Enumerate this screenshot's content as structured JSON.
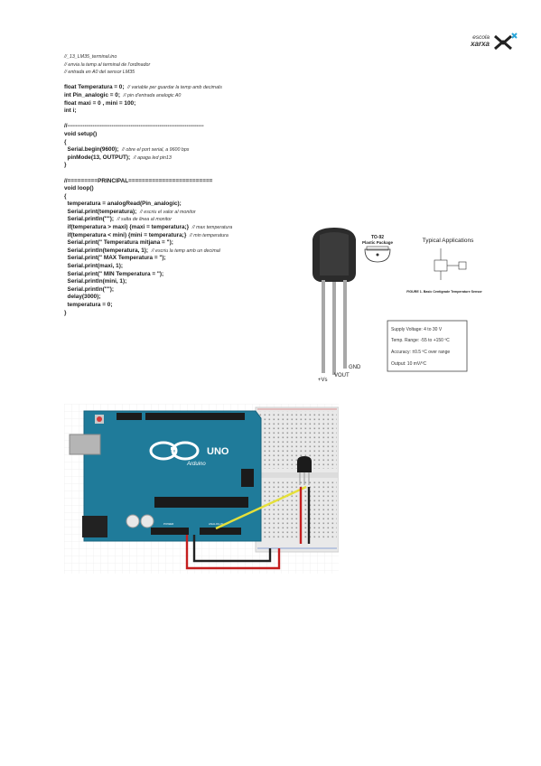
{
  "logo": {
    "line1": "escola",
    "line2": "xarxa"
  },
  "code_lines": [
    {
      "code": "//_13_LM35_terminal.ino",
      "comment": "",
      "style": "comment"
    },
    {
      "code": "// envia la temp al terminal de l'ordinador",
      "comment": "",
      "style": "comment"
    },
    {
      "code": "// entrada en A0 del sensor LM35",
      "comment": "",
      "style": "comment"
    },
    {
      "code": "",
      "comment": "",
      "style": "gap"
    },
    {
      "code": "float Temperatura = 0;",
      "comment": "// variable per guardar la temp amb decimals",
      "style": "code"
    },
    {
      "code": "int Pin_analogic = 0;",
      "comment": "// pin d'entrada analogic A0",
      "style": "code"
    },
    {
      "code": "float maxi = 0 , mini = 100;",
      "comment": "",
      "style": "code"
    },
    {
      "code": "int i;",
      "comment": "",
      "style": "code"
    },
    {
      "code": "",
      "comment": "",
      "style": "gap"
    },
    {
      "code": "//-----------------------------------------------------------------------",
      "comment": "",
      "style": "code"
    },
    {
      "code": "void setup()",
      "comment": "",
      "style": "code"
    },
    {
      "code": "{",
      "comment": "",
      "style": "code"
    },
    {
      "code": "  Serial.begin(9600);",
      "comment": "// obre el port serial, a 9600 bps",
      "style": "code"
    },
    {
      "code": "  pinMode(13, OUTPUT);",
      "comment": "// apaga led pin13",
      "style": "code"
    },
    {
      "code": "}",
      "comment": "",
      "style": "code"
    },
    {
      "code": "",
      "comment": "",
      "style": "gap"
    },
    {
      "code": "//=========PRINCIPAL=========================",
      "comment": "",
      "style": "code"
    },
    {
      "code": "void loop()",
      "comment": "",
      "style": "code"
    },
    {
      "code": "{",
      "comment": "",
      "style": "code"
    },
    {
      "code": "  temperatura = analogRead(Pin_analogic);",
      "comment": "",
      "style": "code"
    },
    {
      "code": "  Serial.print(temperatura);",
      "comment": "// escriu el valor al monitor",
      "style": "code"
    },
    {
      "code": "  Serial.println(\"\");",
      "comment": "// salta de linea al monitor",
      "style": "code"
    },
    {
      "code": "  if(temperatura > maxi) {maxi = temperatura;}",
      "comment": "// max temperatura",
      "style": "code"
    },
    {
      "code": "  if(temperatura < mini) {mini = temperatura;}",
      "comment": "// min temperatura",
      "style": "code"
    },
    {
      "code": "  Serial.print(\" Temperatura mitjana = \");",
      "comment": "",
      "style": "code"
    },
    {
      "code": "  Serial.println(temperatura, 1);",
      "comment": "// escriu la temp amb un decimal",
      "style": "code"
    },
    {
      "code": "  Serial.print(\" MAX Temperatura = \");",
      "comment": "",
      "style": "code"
    },
    {
      "code": "  Serial.print(maxi, 1);",
      "comment": "",
      "style": "code"
    },
    {
      "code": "  Serial.print(\" MIN Temperatura = \");",
      "comment": "",
      "style": "code"
    },
    {
      "code": "  Serial.println(mini, 1);",
      "comment": "",
      "style": "code"
    },
    {
      "code": "  Serial.println(\"\");",
      "comment": "",
      "style": "code"
    },
    {
      "code": "  delay(3000);",
      "comment": "",
      "style": "code"
    },
    {
      "code": "  temperatura = 0;",
      "comment": "",
      "style": "code"
    },
    {
      "code": "}",
      "comment": "",
      "style": "code"
    }
  ],
  "sensor": {
    "package_title": "TO-92",
    "package_subtitle": "Plastic Package",
    "apps_title": "Typical Applications",
    "figure_caption": "FIGURE 1. Basic Centigrade Temperature Sensor",
    "pin_vs": "+Vs",
    "pin_vout": "VOUT",
    "pin_gnd": "GND",
    "specs": [
      "Supply Voltage: 4 to 30 V",
      "Temp. Range: -55 to +150 ºC",
      "Accuracy: ±0.5 ºC over range",
      "Output: 10 mV/ºC"
    ]
  },
  "board": {
    "brand": "UNO",
    "sub": "Arduino",
    "label_power": "POWER",
    "label_analog": "ANALOG IN"
  }
}
